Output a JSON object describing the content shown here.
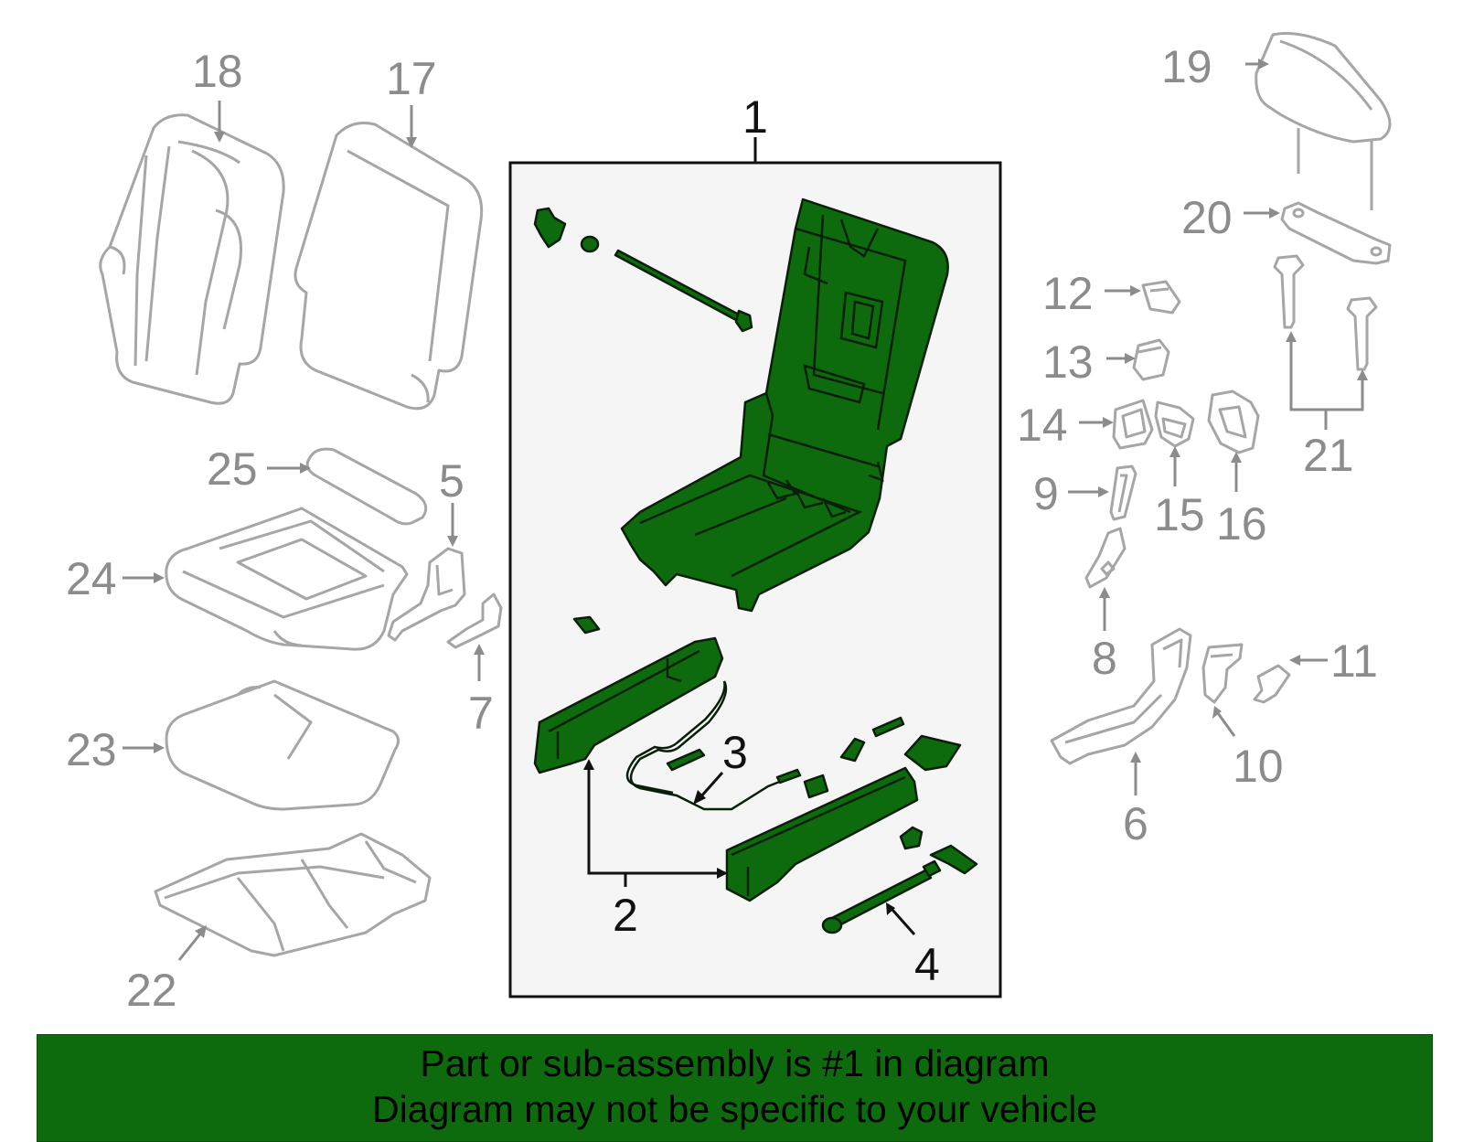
{
  "diagram": {
    "callouts": {
      "c1": "1",
      "c2": "2",
      "c3": "3",
      "c4": "4",
      "c5": "5",
      "c6": "6",
      "c7": "7",
      "c8": "8",
      "c9": "9",
      "c10": "10",
      "c11": "11",
      "c12": "12",
      "c13": "13",
      "c14": "14",
      "c15": "15",
      "c16": "16",
      "c17": "17",
      "c18": "18",
      "c19": "19",
      "c20": "20",
      "c21": "21",
      "c22": "22",
      "c23": "23",
      "c24": "24",
      "c25": "25"
    },
    "colors": {
      "highlight": "#0d6b0d",
      "outline_grey": "#a6a6a6",
      "callout_grey": "#8c8c8c",
      "box_fill": "#f5f5f5"
    }
  },
  "banner": {
    "line1": "Part or sub-assembly is #1 in diagram",
    "line2": "Diagram may not be specific to your vehicle"
  }
}
